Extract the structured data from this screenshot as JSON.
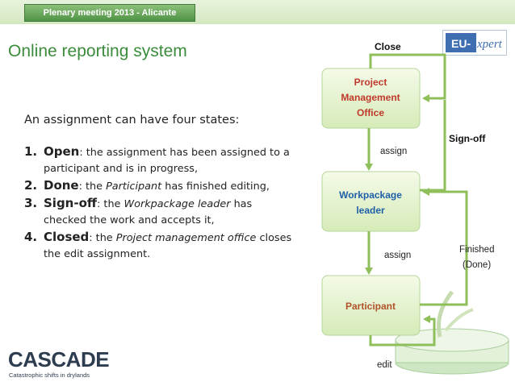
{
  "header": {
    "meeting": "Plenary meeting 2013 - Alicante"
  },
  "title": "Online reporting system",
  "logo": {
    "eu_text": "EU-",
    "xpert_text": "xpert"
  },
  "intro": "An assignment can have four states:",
  "states": [
    {
      "num": "1.",
      "name": "Open",
      "parts": [
        ": the assignment has been assigned to a participant and is in progress,"
      ]
    },
    {
      "num": "2.",
      "name": "Done",
      "parts": [
        ": the ",
        "Participant",
        " has finished editing,"
      ]
    },
    {
      "num": "3.",
      "name": "Sign-off",
      "parts": [
        ": the ",
        "Workpackage leader",
        " has checked the work and accepts it,"
      ]
    },
    {
      "num": "4.",
      "name": "Closed",
      "parts": [
        ": the ",
        "Project management office",
        " closes the edit assignment."
      ]
    }
  ],
  "diagram": {
    "pmo": [
      "Project",
      "Management",
      "Office"
    ],
    "wpl": [
      "Workpackage",
      "leader"
    ],
    "participant": "Participant",
    "labels": {
      "close": "Close",
      "assign1": "assign",
      "assign2": "assign",
      "signoff": "Sign-off",
      "finished": "Finished",
      "done": "(Done)",
      "edit": "edit"
    }
  },
  "colors": {
    "accent_green": "#3c8c3c",
    "arrow": "#8fbf5a",
    "box_text_red": "#c0392b",
    "box_text_blue": "#1f5fa8",
    "box_text_brown": "#b0522a"
  },
  "footer": {
    "logo": "CASCADE",
    "tagline": "Catastrophic shifts in drylands"
  }
}
